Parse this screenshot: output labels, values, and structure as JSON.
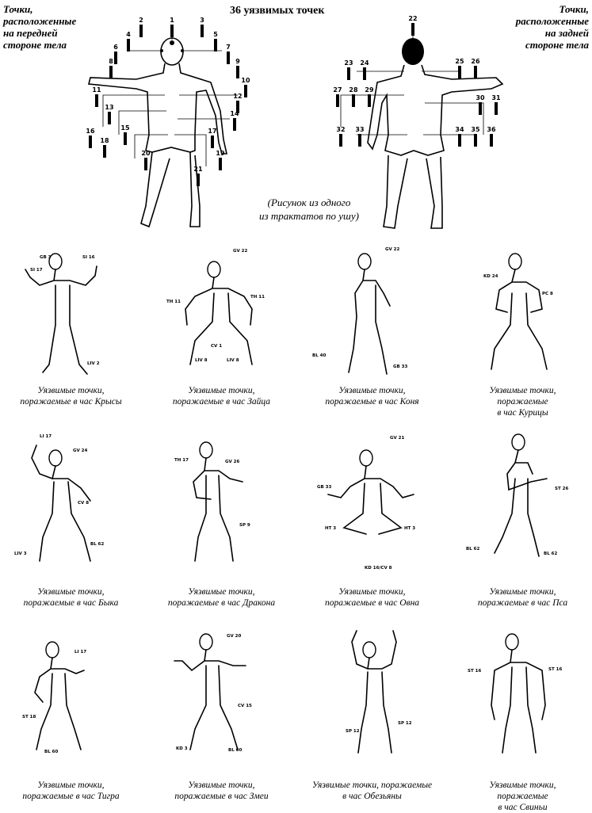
{
  "header": {
    "title": "36 уязвимых точек",
    "front_label": "Точки,\nрасположенные\nна передней\nстороне тела",
    "back_label": "Точки,\nрасположенные\nна задней\nстороне тела",
    "source_note": "(Рисунок из одного\nиз трактатов по ушу)"
  },
  "front_points": [
    "1",
    "2",
    "3",
    "4",
    "5",
    "6",
    "7",
    "8",
    "9",
    "10",
    "11",
    "12",
    "13",
    "14",
    "15",
    "16",
    "17",
    "18",
    "19",
    "20",
    "21"
  ],
  "back_points": [
    "22",
    "23",
    "24",
    "25",
    "26",
    "27",
    "28",
    "29",
    "30",
    "31",
    "32",
    "33",
    "34",
    "35",
    "36"
  ],
  "panels": [
    {
      "caption": "Уязвимые точки,\nпоражаемые в час Крысы",
      "tags": [
        "GB 3",
        "SI 16",
        "SI 17",
        "LIV 2"
      ]
    },
    {
      "caption": "Уязвимые точки,\nпоражаемые в час Зайца",
      "tags": [
        "GV 22",
        "TH 11",
        "TH 11",
        "CV 1",
        "LIV 8",
        "LIV 8"
      ]
    },
    {
      "caption": "Уязвимые точки,\nпоражаемые в час Коня",
      "tags": [
        "GV 22",
        "BL 40",
        "GB 33"
      ]
    },
    {
      "caption": "Уязвимые точки,\nпоражаемые\nв час Курицы",
      "tags": [
        "KD 24",
        "PC 8"
      ]
    },
    {
      "caption": "Уязвимые точки,\nпоражаемые в час Быка",
      "tags": [
        "LI 17",
        "GV 24",
        "CV 8",
        "LIV 3",
        "BL 62"
      ]
    },
    {
      "caption": "Уязвимые точки,\nпоражаемые в час Дракона",
      "tags": [
        "TH 17",
        "GV 26",
        "SP 9"
      ]
    },
    {
      "caption": "Уязвимые точки,\nпоражаемые в час Овна",
      "tags": [
        "GV 21",
        "GB 33",
        "HT 3",
        "HT 3",
        "KD 16/CV 8"
      ]
    },
    {
      "caption": "Уязвимые точки,\nпоражаемые в час Пса",
      "tags": [
        "ST 26",
        "BL 62",
        "BL 62"
      ]
    },
    {
      "caption": "Уязвимые точки,\nпоражаемые в час Тигра",
      "tags": [
        "LI 17",
        "ST 18",
        "BL 60"
      ]
    },
    {
      "caption": "Уязвимые точки,\nпоражаемые в час Змеи",
      "tags": [
        "GV 20",
        "CV 15",
        "KD 3",
        "BL 60"
      ]
    },
    {
      "caption": "Уязвимые точки, поражаемые\nв час Обезьяны",
      "tags": [
        "SP 12",
        "SP 12"
      ]
    },
    {
      "caption": "Уязвимые точки,\nпоражаемые\nв час Свиньи",
      "tags": [
        "ST 16",
        "ST 16"
      ]
    }
  ]
}
